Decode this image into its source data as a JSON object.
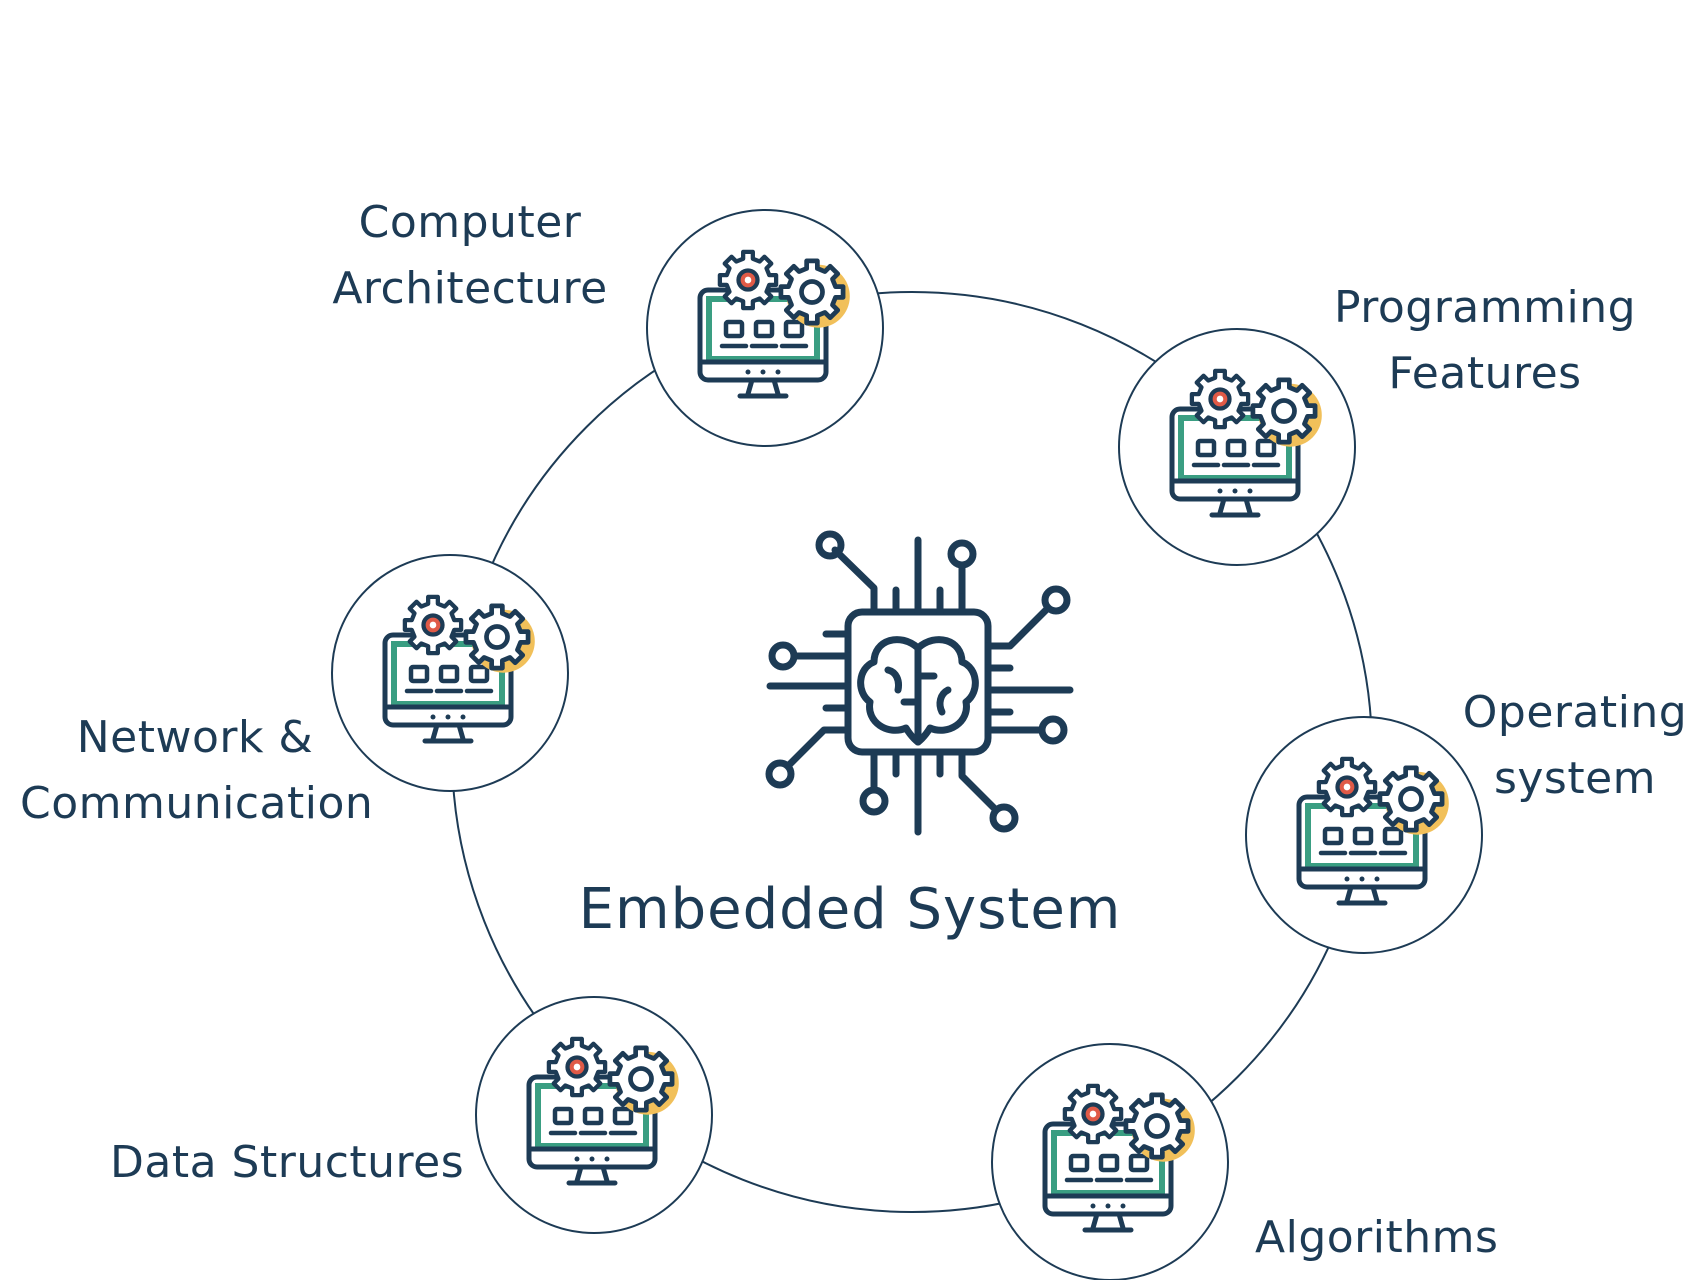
{
  "center": {
    "title": "Embedded System",
    "icon": "chip-brain-icon"
  },
  "nodes": [
    {
      "id": "computer-architecture",
      "lines": [
        "Computer",
        "Architecture"
      ],
      "icon": "computer-gears-icon"
    },
    {
      "id": "programming-features",
      "lines": [
        "Programming",
        "Features"
      ],
      "icon": "computer-gears-icon"
    },
    {
      "id": "operating-system",
      "lines": [
        "Operating",
        "system"
      ],
      "icon": "computer-gears-icon"
    },
    {
      "id": "algorithms",
      "lines": [
        "Algorithms"
      ],
      "icon": "computer-gears-icon"
    },
    {
      "id": "data-structures",
      "lines": [
        "Data Structures"
      ],
      "icon": "computer-gears-icon"
    },
    {
      "id": "network-communication",
      "lines": [
        "Network &",
        "Communication"
      ],
      "icon": "computer-gears-icon"
    }
  ],
  "colors": {
    "text": "#1d3b55",
    "outline": "#1d3b55",
    "screen": "#3a9e82",
    "gear_red": "#e05a47",
    "gear_yellow": "#f1c05a",
    "chip": "#1d3b55"
  }
}
